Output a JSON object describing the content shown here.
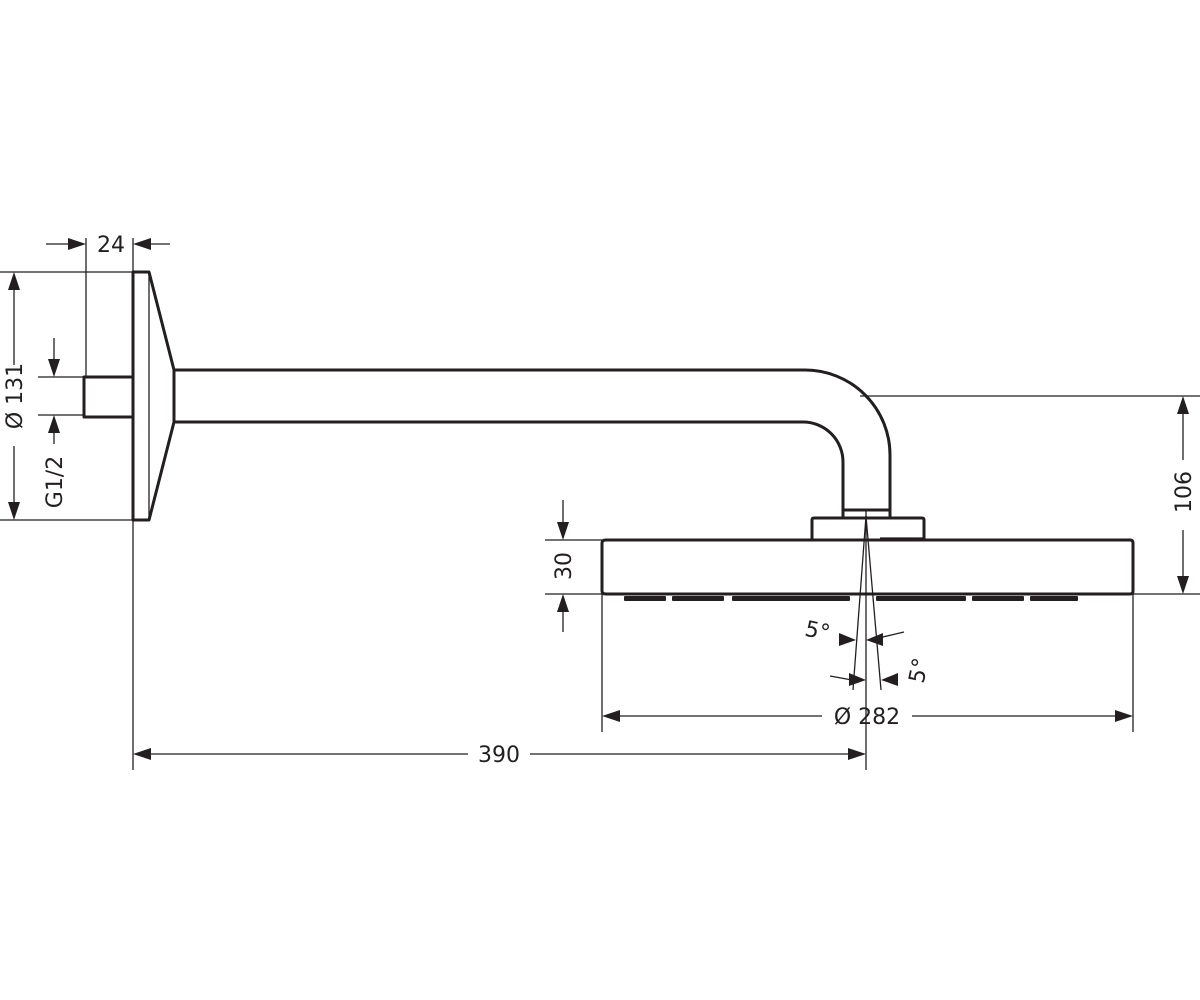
{
  "drawing": {
    "dimensions": {
      "flange_depth": "24",
      "flange_diameter": "Ø 131",
      "connection_thread": "G1/2",
      "total_projection": "390",
      "head_diameter": "Ø 282",
      "head_height": "30",
      "arm_drop": "106",
      "tilt_left": "5°",
      "tilt_right": "5°"
    }
  }
}
